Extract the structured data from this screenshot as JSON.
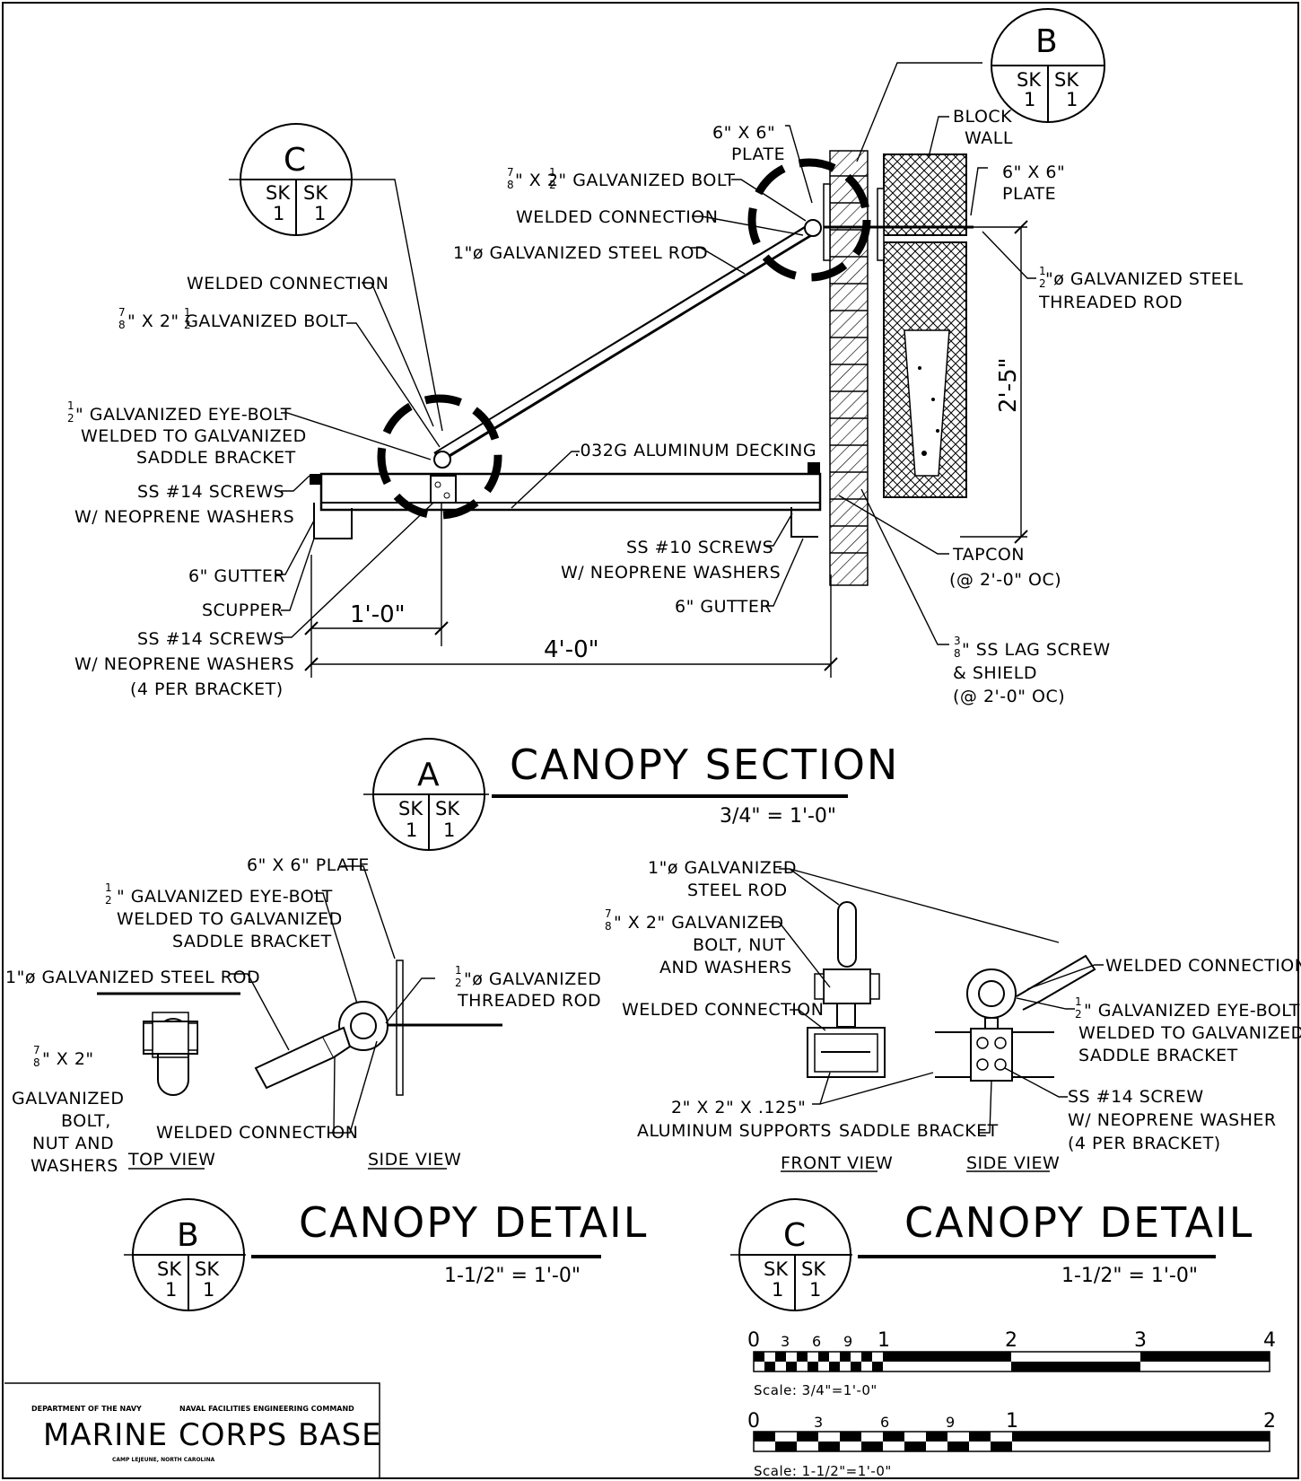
{
  "bubbles": {
    "b_top": {
      "letter": "B",
      "left": "SK",
      "right": "SK",
      "left_num": "1",
      "right_num": "1"
    },
    "c_top": {
      "letter": "C",
      "left": "SK",
      "right": "SK",
      "left_num": "1",
      "right_num": "1"
    },
    "a": {
      "letter": "A",
      "left": "SK",
      "right": "SK",
      "left_num": "1",
      "right_num": "1"
    },
    "b": {
      "letter": "B",
      "left": "SK",
      "right": "SK",
      "left_num": "1",
      "right_num": "1"
    },
    "c": {
      "letter": "C",
      "left": "SK",
      "right": "SK",
      "left_num": "1",
      "right_num": "1"
    }
  },
  "section_a": {
    "title": "CANOPY SECTION",
    "scale": "3/4\" = 1'-0\"",
    "labels": {
      "plate_top_1": "6\" X 6\"",
      "plate_top_2": "PLATE",
      "bolt_top": "\" X 2\" GALVANIZED BOLT",
      "weld_top": "WELDED CONNECTION",
      "rod": "1\"ø GALVANIZED STEEL ROD",
      "block_1": "BLOCK",
      "block_2": "WALL",
      "plate_right_1": "6\" X 6\"",
      "plate_right_2": "PLATE",
      "threaded_1": "\"ø GALVANIZED STEEL",
      "threaded_2": "THREADED ROD",
      "weld_left": "WELDED CONNECTION",
      "bolt_left": "\" X 2\" GALVANIZED BOLT",
      "eyebolt_1": "\" GALVANIZED EYE-BOLT",
      "eyebolt_2": "WELDED TO GALVANIZED",
      "eyebolt_3": "SADDLE BRACKET",
      "decking": ".032G ALUMINUM DECKING",
      "ss14_1": "SS #14 SCREWS",
      "ss14_2": "W/ NEOPRENE WASHERS",
      "gutter_left": "6\" GUTTER",
      "scupper": "SCUPPER",
      "ss14b_1": "SS #14 SCREWS",
      "ss14b_2": "W/ NEOPRENE WASHERS",
      "ss14b_3": "(4 PER BRACKET)",
      "ss10_1": "SS #10 SCREWS",
      "ss10_2": "W/ NEOPRENE WASHERS",
      "gutter_right": "6\" GUTTER",
      "tapcon_1": "TAPCON",
      "tapcon_2": "(@ 2'-0\" OC)",
      "lag_1": "\" SS LAG SCREW",
      "lag_2": "& SHIELD",
      "lag_3": "(@ 2'-0\" OC)",
      "dim_1ft": "1'-0\"",
      "dim_4ft": "4'-0\"",
      "dim_vert": "2'-5\""
    }
  },
  "detail_b": {
    "title": "CANOPY DETAIL",
    "scale": "1-1/2\" = 1'-0\"",
    "labels": {
      "plate": "6\" X 6\" PLATE",
      "eyebolt_1": "\" GALVANIZED EYE-BOLT",
      "eyebolt_2": "WELDED TO GALVANIZED",
      "eyebolt_3": "SADDLE BRACKET",
      "rod": "1\"ø GALVANIZED STEEL ROD",
      "threaded_1": "\"ø GALVANIZED",
      "threaded_2": "THREADED ROD",
      "bolt_1": "\" X 2\"",
      "bolt_2": "GALVANIZED",
      "bolt_3": "BOLT,",
      "bolt_4": "NUT AND",
      "bolt_5": "WASHERS",
      "weld": "WELDED CONNECTION",
      "top_view": "TOP VIEW",
      "side_view": "SIDE VIEW"
    }
  },
  "detail_c": {
    "title": "CANOPY DETAIL",
    "scale": "1-1/2\" = 1'-0\"",
    "labels": {
      "rod_1": "1\"ø GALVANIZED",
      "rod_2": "STEEL ROD",
      "bolt_1": "\" X 2\" GALVANIZED",
      "bolt_2": "BOLT, NUT",
      "bolt_3": "AND WASHERS",
      "weld_left": "WELDED CONNECTION",
      "weld_right": "WELDED CONNECTION",
      "eyebolt_1": "\" GALVANIZED EYE-BOLT",
      "eyebolt_2": "WELDED TO GALVANIZED",
      "eyebolt_3": "SADDLE BRACKET",
      "supports_1": "2\" X 2\" X .125\"",
      "supports_2": "ALUMINUM SUPPORTS",
      "saddle": "SADDLE BRACKET",
      "screw_1": "SS #14 SCREW",
      "screw_2": "W/ NEOPRENE WASHER",
      "screw_3": "(4 PER BRACKET)",
      "front_view": "FRONT VIEW",
      "side_view": "SIDE VIEW"
    }
  },
  "scale_bars": {
    "bar1": {
      "ticks": [
        "0",
        "3",
        "6",
        "9",
        "1",
        "2",
        "3",
        "4"
      ],
      "caption": "Scale:  3/4\"=1'-0\""
    },
    "bar2": {
      "ticks": [
        "0",
        "3",
        "6",
        "9",
        "1",
        "2"
      ],
      "caption": "Scale:  1-1/2\"=1'-0\""
    }
  },
  "title_block": {
    "dept": "DEPARTMENT OF THE NAVY",
    "command": "NAVAL FACILITIES ENGINEERING COMMAND",
    "base": "MARINE CORPS BASE",
    "location": "CAMP LEJEUNE, NORTH CAROLINA"
  }
}
